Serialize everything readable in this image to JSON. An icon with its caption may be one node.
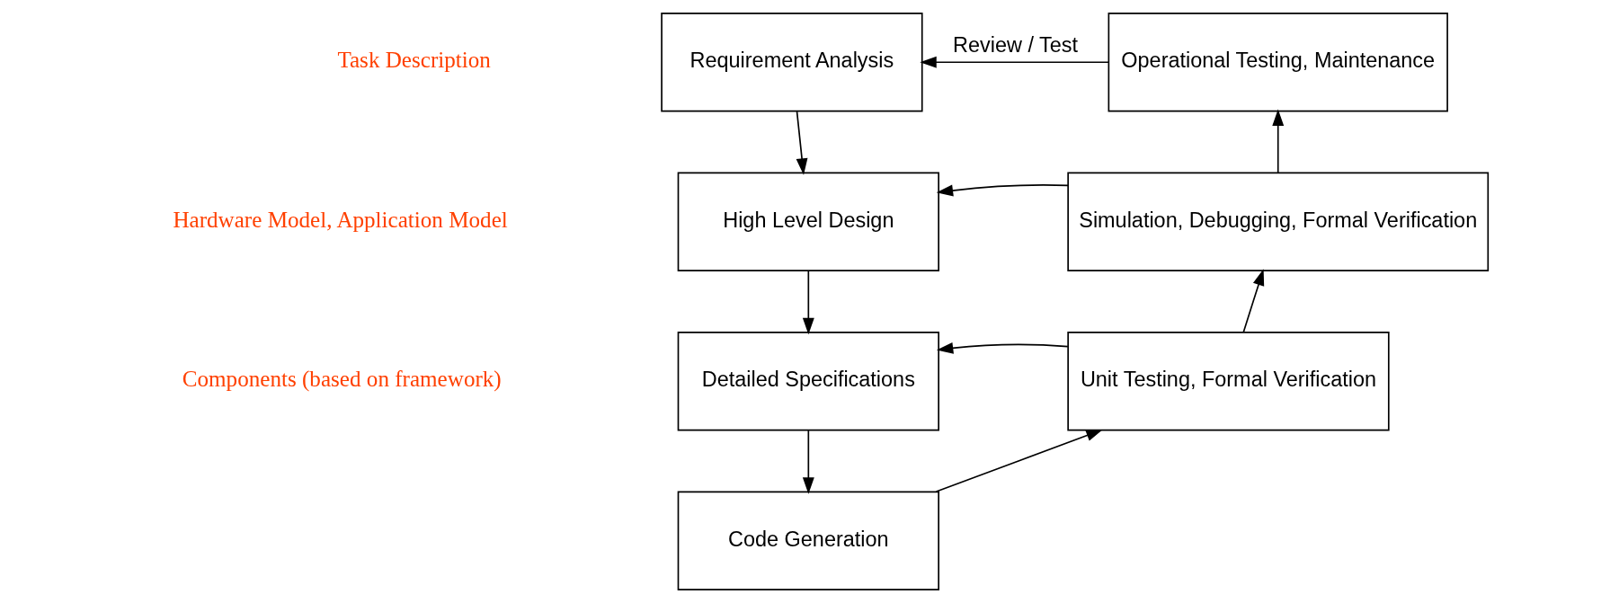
{
  "diagram": {
    "nodes": [
      {
        "text": [
          "Requirement Analysis"
        ]
      },
      {
        "text": [
          "Operational Testing, Maintenance"
        ]
      },
      {
        "text": [
          "High Level Design"
        ]
      },
      {
        "text": [
          "Simulation, Debugging, Formal Verification"
        ]
      },
      {
        "text": [
          "Detailed Specifications"
        ]
      },
      {
        "text": [
          "Unit Testing, Formal Verification"
        ]
      },
      {
        "text": [
          "Code Generation"
        ]
      }
    ],
    "edges": [
      {
        "from": 1,
        "to": 0,
        "arrow": "to",
        "label": "Review / Test"
      },
      {
        "from": 0,
        "to": 2,
        "arrow": "to"
      },
      {
        "from": 3,
        "to": 2,
        "arrow": "to"
      },
      {
        "from": 3,
        "to": 1,
        "arrow": "to"
      },
      {
        "from": 2,
        "to": 4,
        "arrow": "to"
      },
      {
        "from": 5,
        "to": 4,
        "arrow": "to"
      },
      {
        "from": 5,
        "to": 3,
        "arrow": "to"
      },
      {
        "from": 4,
        "to": 6,
        "arrow": "to"
      },
      {
        "from": 6,
        "to": 5,
        "arrow": "to"
      }
    ],
    "labels": [
      "Task Description",
      "Hardware Model, Application Model",
      "Components (based on framework)"
    ]
  }
}
